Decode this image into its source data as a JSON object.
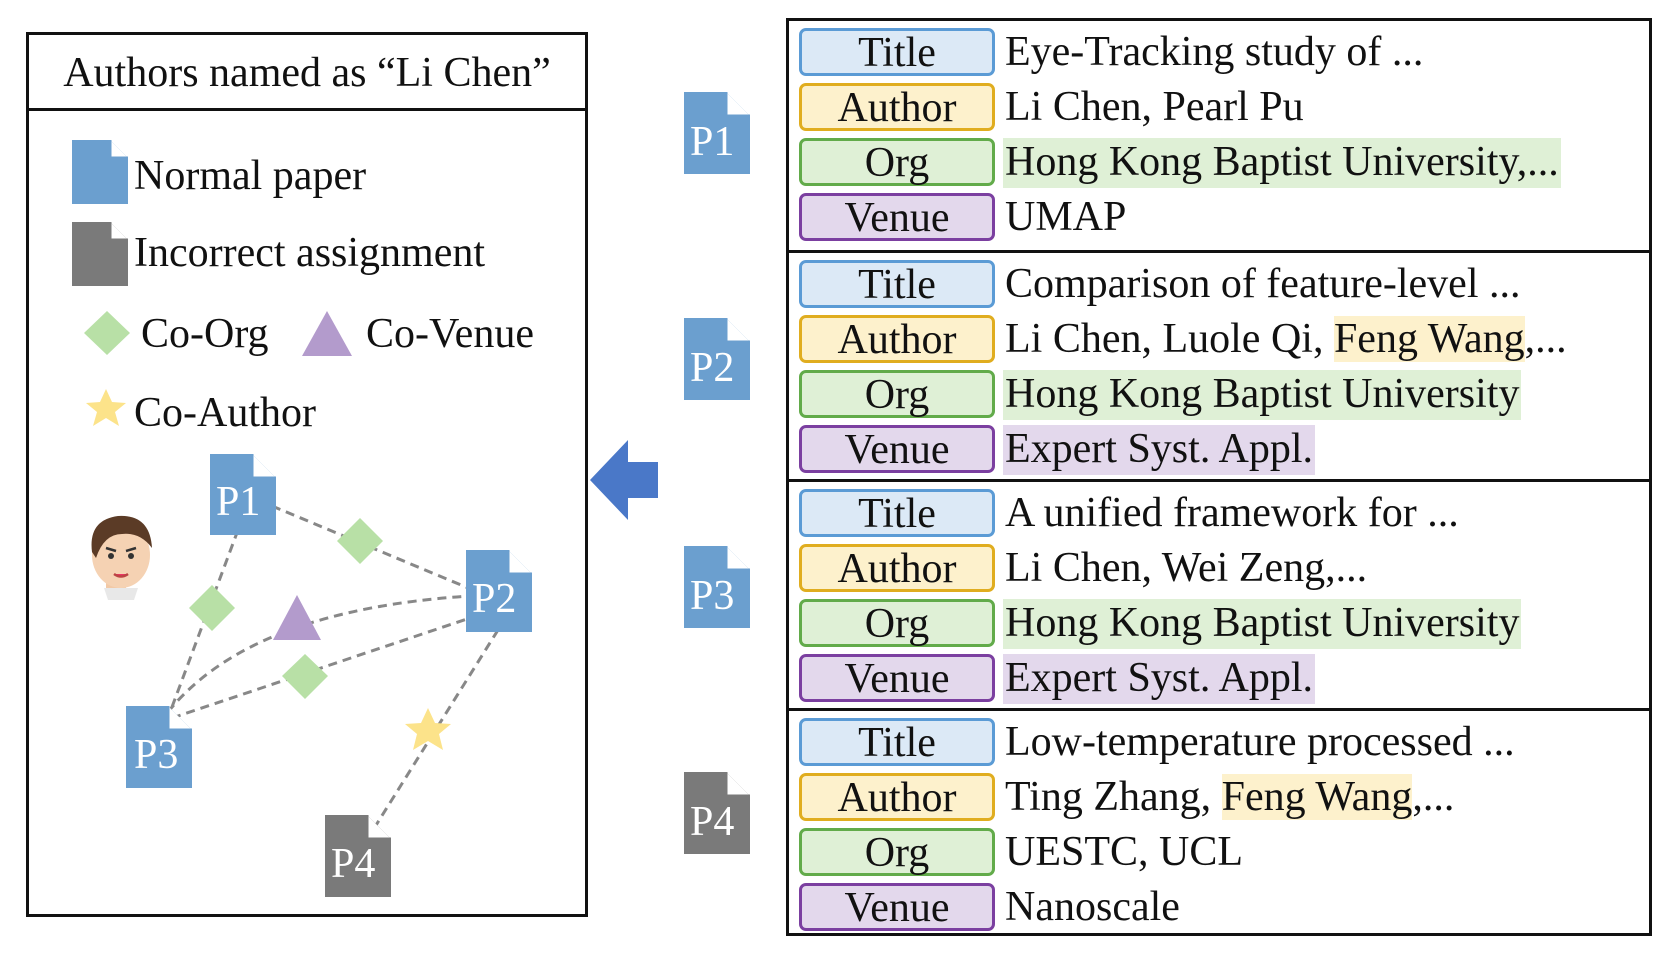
{
  "left_panel": {
    "title": "Authors named as “Li Chen”",
    "legend": {
      "normal_paper": "Normal paper",
      "incorrect_assignment": "Incorrect assignment",
      "co_org": "Co-Org",
      "co_venue": "Co-Venue",
      "co_author": "Co-Author"
    },
    "graph_nodes": [
      "P1",
      "P2",
      "P3",
      "P4"
    ]
  },
  "colors": {
    "normal_paper": "#6b9fcf",
    "incorrect_paper": "#7a7a7a",
    "co_org": "#b8e0a6",
    "co_venue": "#b39bcc",
    "co_author": "#fce38a",
    "arrow": "#4a78c8",
    "edge": "#888888"
  },
  "papers": [
    {
      "id": "P1",
      "kind": "normal",
      "title": "Eye-Tracking study of ...",
      "authors": [
        {
          "text": "Li Chen, Pearl Pu",
          "hl": false
        }
      ],
      "org": {
        "text": "Hong Kong Baptist University,...",
        "hl": true
      },
      "venue": {
        "text": "UMAP",
        "hl": false
      }
    },
    {
      "id": "P2",
      "kind": "normal",
      "title": "Comparison of feature-level ...",
      "authors": [
        {
          "text": "Li Chen, Luole Qi, ",
          "hl": false
        },
        {
          "text": "Feng Wang",
          "hl": true
        },
        {
          "text": ",...",
          "hl": false
        }
      ],
      "org": {
        "text": "Hong Kong Baptist University",
        "hl": true
      },
      "venue": {
        "text": "Expert Syst. Appl.",
        "hl": true
      }
    },
    {
      "id": "P3",
      "kind": "normal",
      "title": "A unified framework for ...",
      "authors": [
        {
          "text": "Li Chen, Wei Zeng,...",
          "hl": false
        }
      ],
      "org": {
        "text": "Hong Kong Baptist University",
        "hl": true
      },
      "venue": {
        "text": "Expert Syst. Appl.",
        "hl": true
      }
    },
    {
      "id": "P4",
      "kind": "incorrect",
      "title": "Low-temperature processed ...",
      "authors": [
        {
          "text": "Ting Zhang, ",
          "hl": false
        },
        {
          "text": "Feng Wang",
          "hl": true
        },
        {
          "text": ",...",
          "hl": false
        }
      ],
      "org": {
        "text": "UESTC, UCL",
        "hl": false
      },
      "venue": {
        "text": "Nanoscale",
        "hl": false
      }
    }
  ],
  "field_labels": {
    "title": "Title",
    "author": "Author",
    "org": "Org",
    "venue": "Venue"
  }
}
